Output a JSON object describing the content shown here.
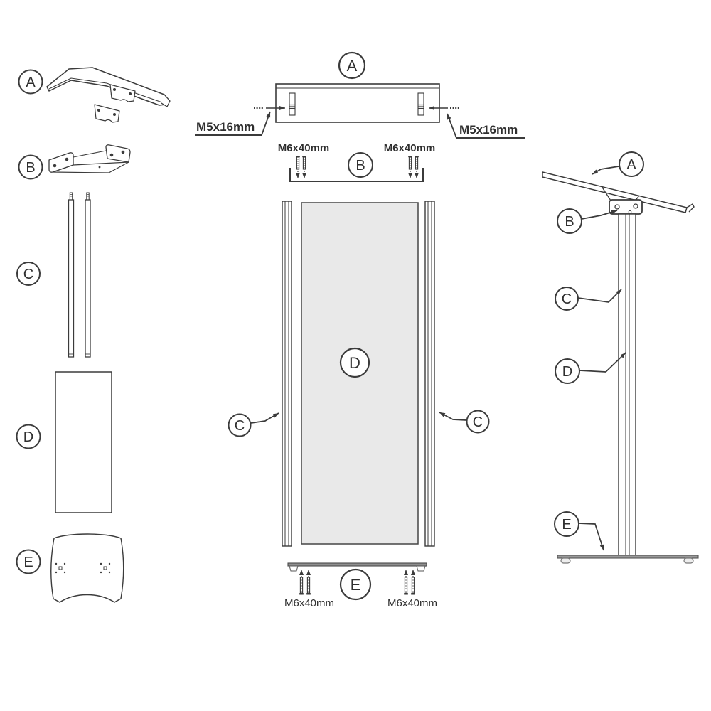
{
  "callouts": {
    "a": "A",
    "b": "B",
    "c": "C",
    "d": "D",
    "e": "E"
  },
  "hardware_labels": {
    "m5x16": "M5x16mm",
    "m6x40": "M6x40mm"
  },
  "colors": {
    "line": "#3b3b3b",
    "panel_fill": "#e9e9e9",
    "base_bar": "#8f8f8f",
    "background": "#ffffff"
  }
}
